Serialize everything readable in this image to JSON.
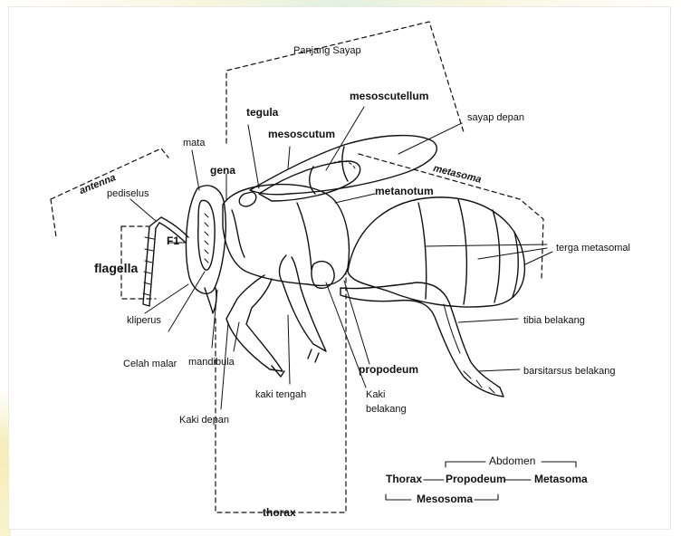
{
  "labels": {
    "panjang_sayap": "Panjang Sayap",
    "tegula": "tegula",
    "mesoscutellum": "mesoscutellum",
    "sayap_depan": "sayap depan",
    "mesoscutum": "mesoscutum",
    "mata": "mata",
    "gena": "gena",
    "metasoma": "metasoma",
    "antenna": "antenna",
    "metanotum": "metanotum",
    "pediselus": "pediselus",
    "f1": "F1",
    "flagella": "flagella",
    "terga_metasomal": "terga metasomal",
    "kliperus": "kliperus",
    "tibia_belakang": "tibia belakang",
    "celah_malar": "Celah malar",
    "mandibula": "mandibula",
    "propodeum": "propodeum",
    "barsitarsus_belakang": "barsitarsus belakang",
    "kaki_tengah": "kaki tengah",
    "kaki_belakang_1": "Kaki",
    "kaki_belakang_2": "belakang",
    "kaki_depan": "Kaki depan",
    "thorax": "thorax"
  },
  "legend": {
    "abdomen": "Abdomen",
    "thorax": "Thorax",
    "propodeum": "Propodeum",
    "metasoma": "Metasoma",
    "mesosoma": "Mesosoma"
  }
}
